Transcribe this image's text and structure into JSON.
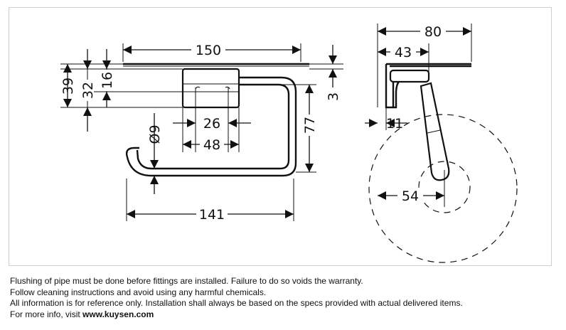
{
  "dimensions": {
    "front_width": "150",
    "wall_offset": "3",
    "height_39": "39",
    "height_32": "32",
    "height_16": "16",
    "bracket_26": "26",
    "bracket_48": "48",
    "pipe_dia": "Ø9",
    "arm_drop": "77",
    "arm_length": "141",
    "side_depth": "80",
    "side_43": "43",
    "side_11": "11",
    "roll_54": "54"
  },
  "notes": {
    "line1": "Flushing of pipe must be done before fittings are installed. Failure to do so voids the warranty.",
    "line2": "Follow cleaning instructions and avoid using any harmful chemicals.",
    "line3": "All information is for reference only. Installation shall always be based on the specs provided with actual delivered items.",
    "line4_prefix": "For more info, visit ",
    "line4_link": "www.kuysen.com"
  }
}
